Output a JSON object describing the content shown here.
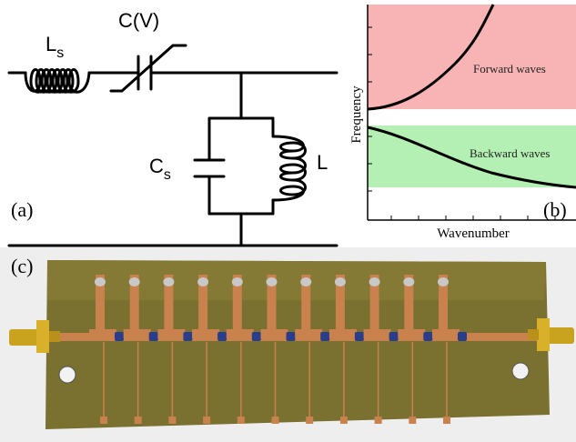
{
  "panels": {
    "a": {
      "label": "(a)",
      "components": {
        "series_inductor": {
          "symbol": "L",
          "subscript": "s"
        },
        "varactor": {
          "symbol": "C(V)"
        },
        "shunt_capacitor": {
          "symbol": "C",
          "subscript": "s"
        },
        "shunt_inductor": {
          "symbol": "L"
        }
      }
    },
    "b": {
      "label": "(b)",
      "ylabel": "Frequency",
      "xlabel": "Wavenumber",
      "bands": [
        {
          "name": "Forward waves",
          "color": "#f8b4b4"
        },
        {
          "name": "Backward waves",
          "color": "#b4f0b4"
        }
      ]
    },
    "c": {
      "label": "(c)",
      "stub_count": 11,
      "board_color": "#7a7030",
      "copper_color": "#c9824e"
    }
  }
}
